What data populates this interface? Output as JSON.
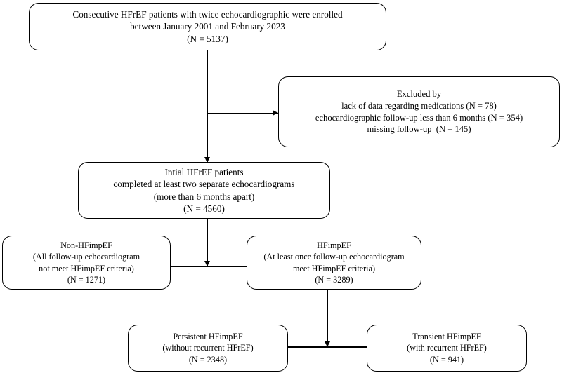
{
  "figure": {
    "type": "flowchart",
    "orientation": "top-to-bottom",
    "nodes": [
      {
        "id": "enrolled",
        "name": "enrolled-cohort-node",
        "lines": [
          "Consecutive HFrEF patients with twice echocardiographic were enrolled",
          "between January 2001 and February 2023",
          "(N = 5137)"
        ],
        "n": 5137
      },
      {
        "id": "excluded",
        "name": "excluded-node",
        "lines": [
          "Excluded by",
          "lack of data regarding medications (N = 78)",
          "echocardiographic follow-up less than 6 months (N = 354)",
          "missing follow-up  (N = 145)"
        ],
        "n_items": [
          78,
          354,
          145
        ]
      },
      {
        "id": "initial",
        "name": "initial-hfref-node",
        "lines": [
          "Intial HFrEF patients",
          "completed at least two separate echocardiograms",
          "(more than 6 months apart)",
          "(N = 4560)"
        ],
        "n": 4560
      },
      {
        "id": "non_hfimpef",
        "name": "non-hfimpef-node",
        "lines": [
          "Non-HFimpEF",
          "(All follow-up echocardiogram",
          "not meet HFimpEF criteria)",
          "(N = 1271)"
        ],
        "n": 1271
      },
      {
        "id": "hfimpef",
        "name": "hfimpef-node",
        "lines": [
          "HFimpEF",
          "(At least once follow-up echocardiogram",
          "meet HFimpEF criteria)",
          "(N = 3289)"
        ],
        "n": 3289
      },
      {
        "id": "persistent",
        "name": "persistent-hfimpef-node",
        "lines": [
          "Persistent HFimpEF",
          "(without recurrent HFrEF)",
          "(N = 2348)"
        ],
        "n": 2348
      },
      {
        "id": "transient",
        "name": "transient-hfimpef-node",
        "lines": [
          "Transient HFimpEF",
          "(with recurrent HFrEF)",
          "(N = 941)"
        ],
        "n": 941
      }
    ],
    "edges": [
      {
        "from": "enrolled",
        "to": "initial",
        "marker": "arrow-down"
      },
      {
        "from": "enrolled",
        "to": "excluded",
        "marker": "arrow-right"
      },
      {
        "from": "initial",
        "to": "non_hfimpef,hfimpef",
        "marker": "arrow-down"
      },
      {
        "from": "hfimpef",
        "to": "persistent,transient",
        "marker": "arrow-down"
      }
    ],
    "style": {
      "stroke": "#000000",
      "fill": "#ffffff",
      "corner_radius": 14
    }
  }
}
